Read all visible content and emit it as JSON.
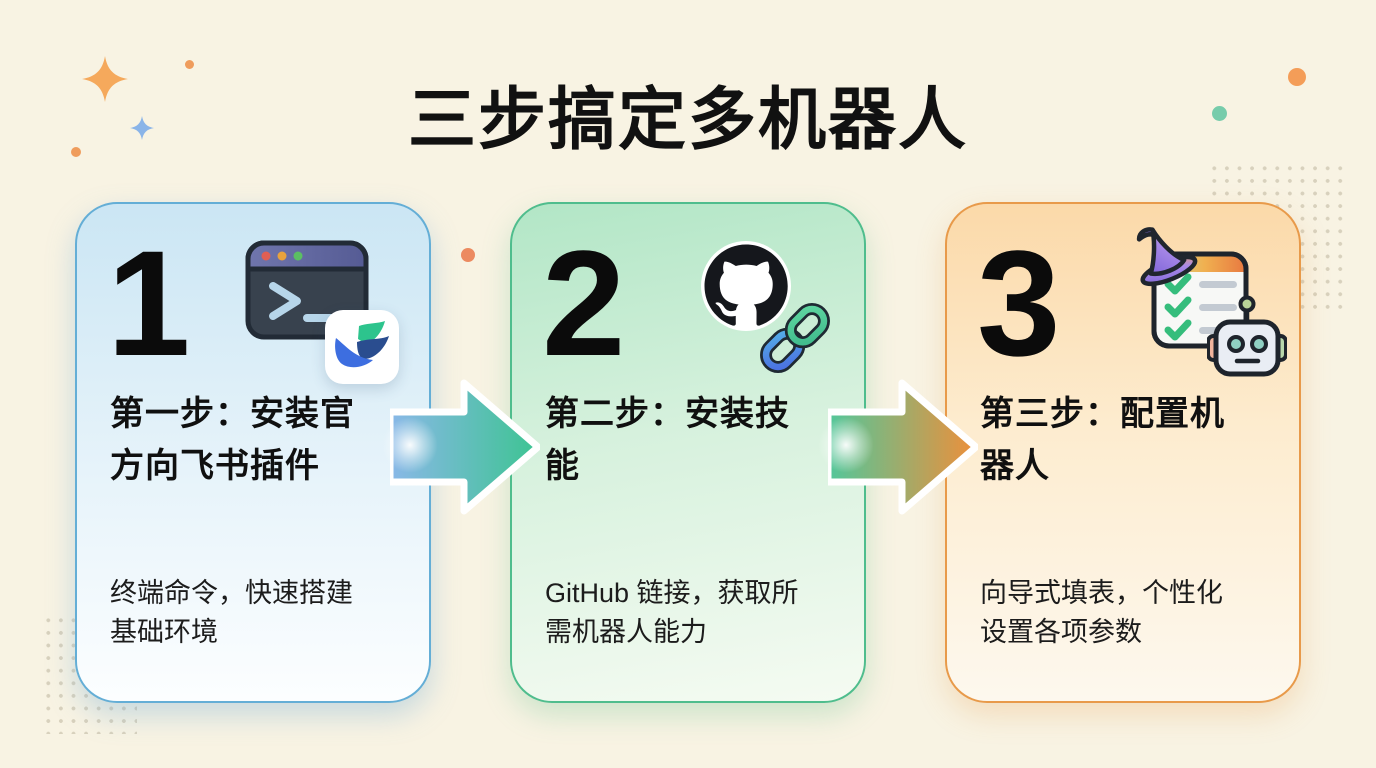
{
  "page": {
    "title": "三步搞定多机器人",
    "background_color": "#f8f3e3"
  },
  "steps": [
    {
      "number": "1",
      "title": "第一步：安装官\n方向飞书插件",
      "description": "终端命令，快速搭建\n基础环境",
      "icons": [
        "terminal-icon",
        "feishu-logo-icon"
      ],
      "accent_color": "#64aed6"
    },
    {
      "number": "2",
      "title": "第二步：安装技\n能",
      "description": "GitHub 链接，获取所\n需机器人能力",
      "icons": [
        "github-icon",
        "chain-link-icon"
      ],
      "accent_color": "#4fbd8d"
    },
    {
      "number": "3",
      "title": "第三步：配置机\n器人",
      "description": "向导式填表，个性化\n设置各项参数",
      "icons": [
        "wizard-hat-icon",
        "checklist-icon",
        "robot-icon"
      ],
      "accent_color": "#e89a4a"
    }
  ],
  "arrows": [
    {
      "from": "step-1",
      "to": "step-2",
      "gradient": [
        "#8ab8e8",
        "#3dc492"
      ]
    },
    {
      "from": "step-2",
      "to": "step-3",
      "gradient": [
        "#52c79b",
        "#ee8f3a"
      ]
    }
  ],
  "decorations": {
    "sparkle_orange": "#f5a95c",
    "sparkle_blue": "#8ab4e8",
    "dot_orange": "#ef9c5c",
    "dot_teal": "#77ccab",
    "dot_grid": "#d8d1bd"
  }
}
